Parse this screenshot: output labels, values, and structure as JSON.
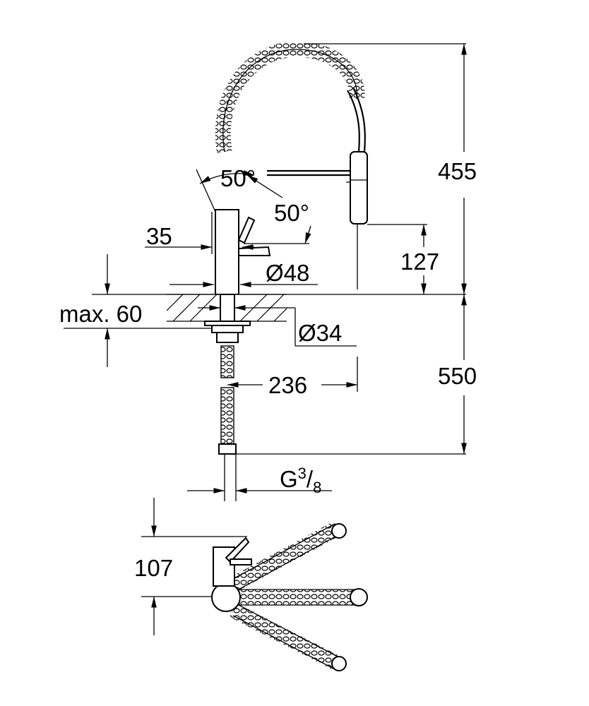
{
  "drawing": {
    "colors": {
      "line": "#000000",
      "background": "#ffffff"
    },
    "dimensions": {
      "spout_angle": "50°",
      "lever_angle": "50°",
      "body_diameter": "35",
      "base_diameter": "Ø48",
      "max_counter_thickness": "max. 60",
      "hole_diameter": "Ø34",
      "spout_reach": "236",
      "total_height": "455",
      "outlet_height": "127",
      "hose_length": "550",
      "thread_main": "G",
      "thread_num": "3",
      "thread_den": "8",
      "plan_depth": "107"
    }
  }
}
